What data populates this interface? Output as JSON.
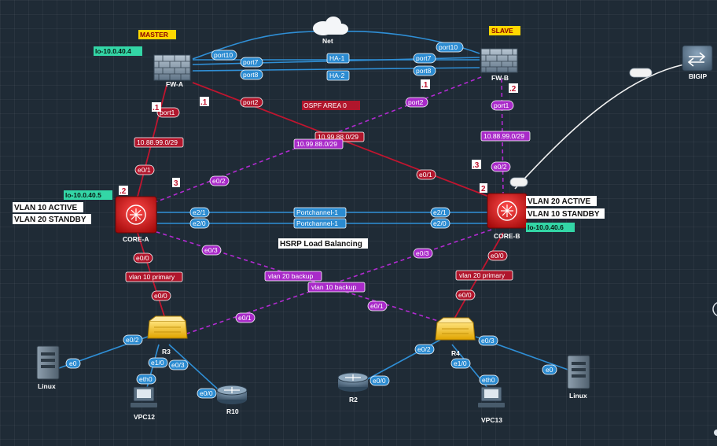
{
  "colors": {
    "blue_link": "#2f8fd6",
    "red_link": "#c0152f",
    "purple_link": "#b22bd1",
    "white_link": "#f2f2f2",
    "port_blue_fill": "#2b8bd1",
    "port_red_fill": "#b0162c",
    "port_purple_fill": "#a92bc9",
    "annot_green": "#33d6a6",
    "annot_yellow": "#ffd700"
  },
  "devices": {
    "net": "Net",
    "fwa": "FW-A",
    "fwb": "FW-B",
    "corea": "CORE-A",
    "coreb": "CORE-B",
    "r3": "R3",
    "r4": "R4",
    "r2": "R2",
    "r10": "R10",
    "bigip": "BIGIP",
    "linux_left": "Linux",
    "linux_right": "Linux",
    "vpc12": "VPC12",
    "vpc13": "VPC13"
  },
  "annotations": {
    "master": "MASTER",
    "slave": "SLAVE",
    "lo_fwa": "lo-10.0.40.4",
    "lo_corea": "lo-10.0.40.5",
    "lo_coreb": "lo-10.0.40.6",
    "corea_vlan10": "VLAN 10 ACTIVE",
    "corea_vlan20": "VLAN 20 STANDBY",
    "coreb_vlan20": "VLAN 20 ACTIVE",
    "coreb_vlan10": "VLAN 10 STANDBY",
    "hsrp": "HSRP Load Balancing",
    "ospf": "OSPF AREA 0",
    "n1a": ".1",
    "n1b": ".1",
    "n1c": ".1",
    "n2a": ".2",
    "n2b": ".2",
    "n2c": "2",
    "n3a": "3",
    "n3b": ".3"
  },
  "ports": {
    "fwa_port10": "port10",
    "fwa_port7": "port7",
    "fwa_port8": "port8",
    "fwa_port1": "port1",
    "fwa_port2": "port2",
    "fwb_port10": "port10",
    "fwb_port7": "port7",
    "fwb_port8": "port8",
    "fwb_port2": "port2",
    "fwb_port1": "port1",
    "ha1": "HA-1",
    "ha2": "HA-2",
    "net_a": "10.88.99.0/29",
    "net_b": "10.99.88.0/29",
    "net_c": "10.99.88.0/29",
    "net_d": "10.88.99.0/29",
    "corea_e01": "e0/1",
    "corea_e02": "e0/2",
    "corea_e21": "e2/1",
    "corea_e20": "e2/0",
    "corea_e00": "e0/0",
    "corea_e03": "e0/3",
    "coreb_e01": "e0/1",
    "coreb_e02": "e0/2",
    "coreb_e21": "e2/1",
    "coreb_e20": "e2/0",
    "coreb_e00": "e0/0",
    "coreb_e03": "e0/3",
    "pc1": "Portchannel-1",
    "pc2": "Portchannel-1",
    "vlan10_primary": "vlan 10 primary",
    "vlan20_primary": "vlan 20 primary",
    "vlan20_backup": "vlan 20 backup",
    "vlan10_backup": "vlan 10 backup",
    "r3_e00": "e0/0",
    "r3_e01": "e0/1",
    "r3_e02": "e0/2",
    "r3_e10": "e1/0",
    "r3_e03": "e0/3",
    "r4_e00": "e0/0",
    "r4_e01": "e0/1",
    "r4_e02": "e0/2",
    "r4_e03": "e0/3",
    "r4_e10": "e1/0",
    "linux_l_e0": "e0",
    "linux_r_e0": "e0",
    "vpc12_eth0": "eth0",
    "vpc13_eth0": "eth0",
    "r10_e00": "e0/0",
    "r2_e00": "e0/0"
  }
}
